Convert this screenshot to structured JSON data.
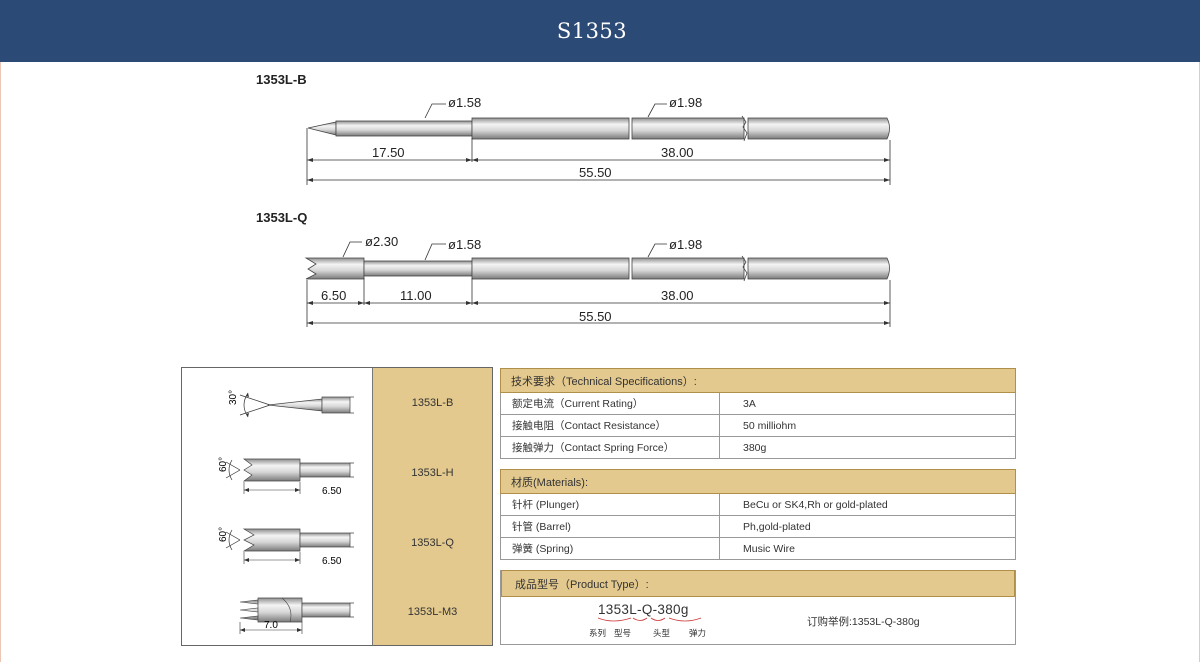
{
  "header": {
    "title": "S1353"
  },
  "drawing_b": {
    "label": "1353L-B",
    "callout_tip": "ø1.58",
    "callout_barrel": "ø1.98",
    "dim_tip": "17.50",
    "dim_barrel": "38.00",
    "dim_total": "55.50"
  },
  "drawing_q": {
    "label": "1353L-Q",
    "callout_head": "ø2.30",
    "callout_tip": "ø1.58",
    "callout_barrel": "ø1.98",
    "dim_head": "6.50",
    "dim_plunger": "11.00",
    "dim_barrel": "38.00",
    "dim_total": "55.50"
  },
  "tips": [
    {
      "name": "1353L-B",
      "angle": "30°",
      "dim": ""
    },
    {
      "name": "1353L-H",
      "angle": "60°",
      "dim": "6.50"
    },
    {
      "name": "1353L-Q",
      "angle": "60°",
      "dim": "6.50"
    },
    {
      "name": "1353L-M3",
      "angle": "",
      "dim": "7.0"
    }
  ],
  "technical": {
    "heading": "技术要求（Technical Specifications）:",
    "rows": [
      {
        "key": "额定电流（Current Rating）",
        "value": "3A"
      },
      {
        "key": "接触电阻（Contact Resistance）",
        "value": "50 milliohm"
      },
      {
        "key": "接触弹力（Contact Spring Force）",
        "value": "380g"
      }
    ]
  },
  "materials": {
    "heading": "材质(Materials):",
    "rows": [
      {
        "key": "针杆 (Plunger)",
        "value": "BeCu or SK4,Rh or gold-plated"
      },
      {
        "key": "针管 (Barrel)",
        "value": "Ph,gold-plated"
      },
      {
        "key": "弹簧 (Spring)",
        "value": "Music Wire"
      }
    ]
  },
  "product_type": {
    "heading": "成品型号（Product Type）:",
    "code": "1353L-Q-380g",
    "parts": [
      "系列",
      "型号",
      "头型",
      "弹力"
    ],
    "example": "订购举例:1353L-Q-380g"
  }
}
